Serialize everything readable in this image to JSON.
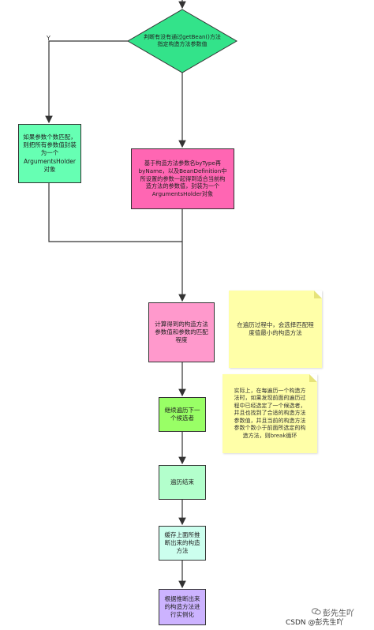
{
  "nodes": {
    "decision": "判断有没有通过getBean()方法\n指定构造方法参数值",
    "left_box": "如果参数个数匹配，\n则把所有参数值封装\n为一个\nArgumentsHolder\n对象",
    "right_box": "基于构造方法参数名byType再\nbyName，以及BeanDefinition中\n所设置的参数一起得到适合当前构\n造方法的参数值，封装为一个\nArgumentsHolder对象",
    "calc_box": "计算得到的构造方法\n参数值和参数的匹配\n程度",
    "continue_box": "继续遍历下一\n个候选者",
    "end_box": "遍历结束",
    "cache_box": "缓存上面所推\n断出来的构造\n方法",
    "instantiate_box": "根据推断出来\n的构造方法进\n行实例化"
  },
  "notes": {
    "note1": "在遍历过程中，会选择匹配程\n度值最小的构造方法",
    "note2": "实际上，在每遍历一个构造方\n法时，如果发现前面的遍历过\n程中已经选定了一个候选者，\n并且也找到了合适的构造方法\n参数值，并且当前的构造方法\n参数个数小于前面所选定的构\n造方法，则break循环"
  },
  "edge_labels": {
    "yes": "Y"
  },
  "watermark": {
    "text": "CSDN @彭先生吖",
    "overlay": "彭先生吖"
  },
  "colors": {
    "decision": "#33e38a",
    "left_box": "#66ffb3",
    "right_box": "#ff66b3",
    "calc_box": "#ff99cc",
    "continue_box": "#99ff66",
    "end_box": "#b3ffcc",
    "cache_box": "#ccffee",
    "instantiate_box": "#ccb3ff",
    "note": "#ffffa8"
  }
}
